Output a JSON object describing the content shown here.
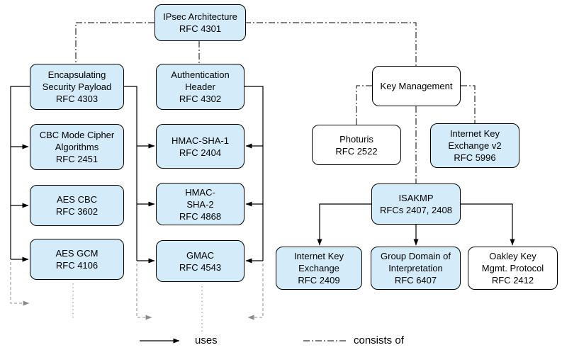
{
  "nodes": {
    "ipsec_architecture": {
      "lines": [
        "IPsec Architecture",
        "RFC 4301"
      ]
    },
    "encapsulating_security_payload": {
      "lines": [
        "Encapsulating",
        "Security Payload",
        "RFC 4303"
      ]
    },
    "authentication_header": {
      "lines": [
        "Authentication",
        "Header",
        "RFC 4302"
      ]
    },
    "key_management": {
      "lines": [
        "Key Management"
      ]
    },
    "cbc_mode_cipher_algorithms": {
      "lines": [
        "CBC Mode Cipher",
        "Algorithms",
        "RFC 2451"
      ]
    },
    "hmac_sha_1": {
      "lines": [
        "HMAC-SHA-1",
        "RFC 2404"
      ]
    },
    "photuris": {
      "lines": [
        "Photuris",
        "RFC 2522"
      ]
    },
    "internet_key_exchange_v2": {
      "lines": [
        "Internet Key",
        "Exchange v2",
        "RFC 5996"
      ]
    },
    "aes_cbc": {
      "lines": [
        "AES CBC",
        "RFC 3602"
      ]
    },
    "hmac_sha_2": {
      "lines": [
        "HMAC-",
        "SHA-2",
        "RFC 4868"
      ]
    },
    "isakmp": {
      "lines": [
        "ISAKMP",
        "RFCs 2407, 2408"
      ]
    },
    "aes_gcm": {
      "lines": [
        "AES GCM",
        "RFC 4106"
      ]
    },
    "gmac": {
      "lines": [
        "GMAC",
        "RFC 4543"
      ]
    },
    "internet_key_exchange": {
      "lines": [
        "Internet Key",
        "Exchange",
        "RFC 2409"
      ]
    },
    "group_domain_of_interpretation": {
      "lines": [
        "Group Domain of",
        "Interpretation",
        "RFC 6407"
      ]
    },
    "oakley_key_mgmt_protocol": {
      "lines": [
        "Oakley Key",
        "Mgmt. Protocol",
        "RFC 2412"
      ]
    }
  },
  "legend": {
    "uses": "uses",
    "consists_of": "consists of"
  },
  "colors": {
    "node_fill_blue": "#d4ecf9",
    "node_fill_white": "#ffffff",
    "line_black": "#000000",
    "continuation_gray": "#8c8c8c"
  }
}
